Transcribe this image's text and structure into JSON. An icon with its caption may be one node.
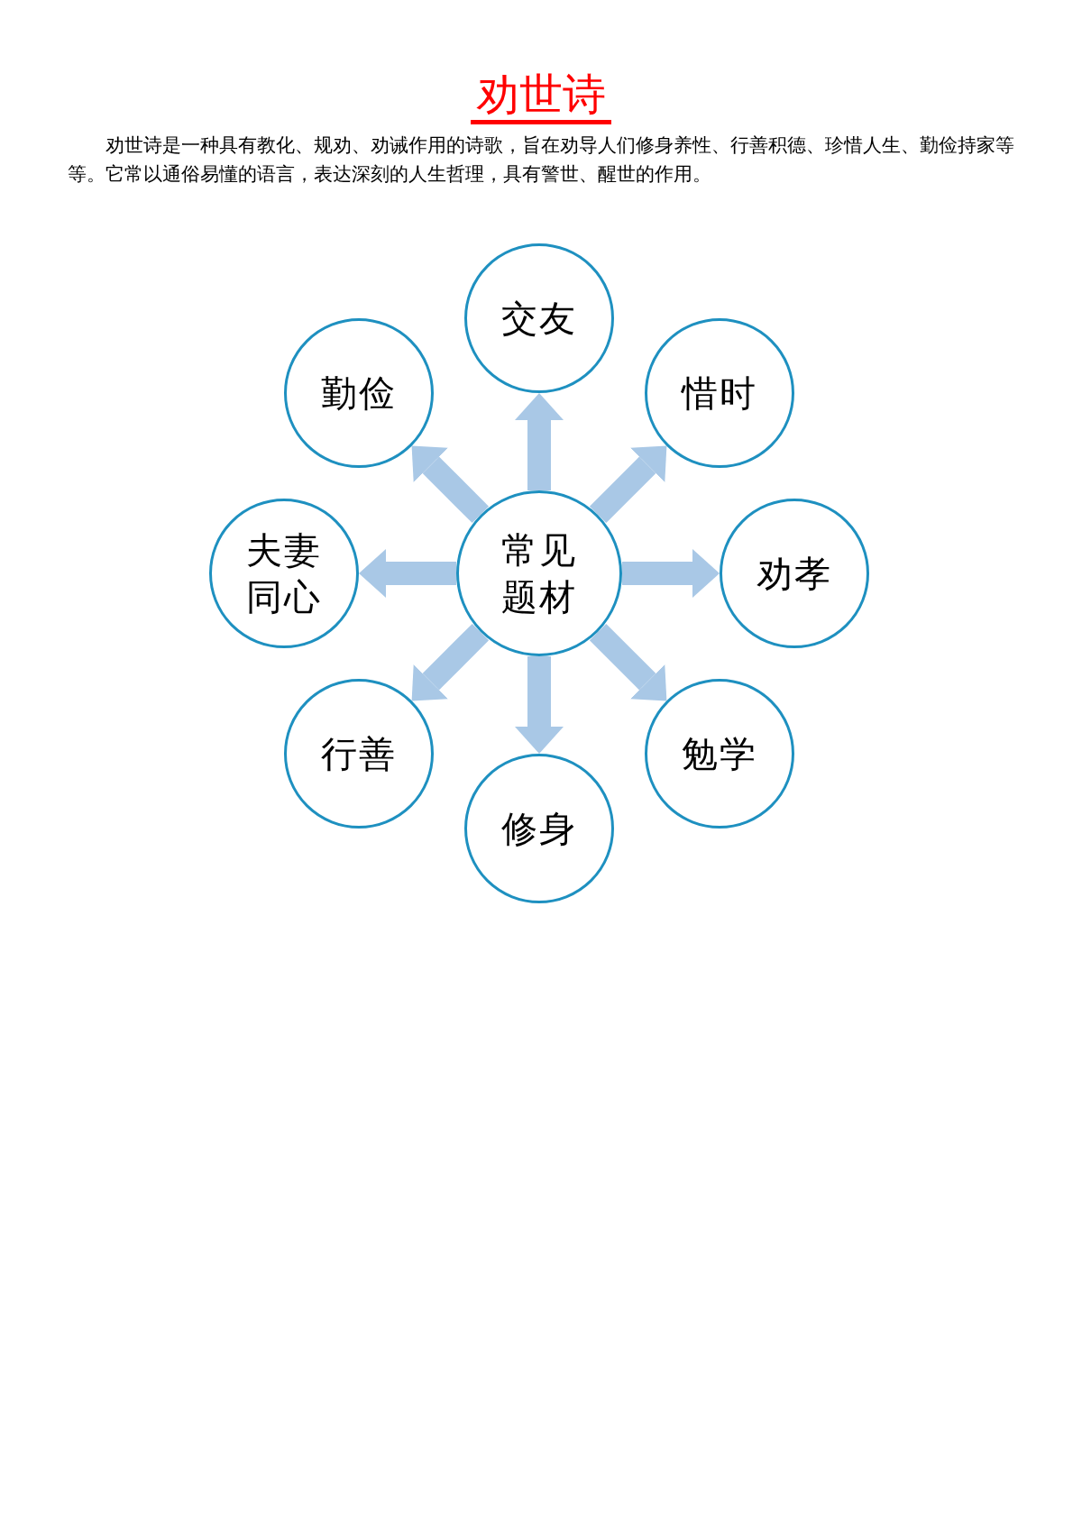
{
  "diagram": {
    "title": "劝世诗",
    "nodes": [
      {
        "text": [
          "常见题材"
        ]
      },
      {
        "text": [
          "交友"
        ]
      },
      {
        "text": [
          "惜时"
        ]
      },
      {
        "text": [
          "劝孝"
        ]
      },
      {
        "text": [
          "勉学"
        ]
      },
      {
        "text": [
          "修身"
        ]
      },
      {
        "text": [
          "行善"
        ]
      },
      {
        "text": [
          "夫妻同心"
        ]
      },
      {
        "text": [
          "勤俭"
        ]
      }
    ],
    "edges": [
      {
        "from": 0,
        "to": 1,
        "arrow": "to"
      },
      {
        "from": 0,
        "to": 2,
        "arrow": "to"
      },
      {
        "from": 0,
        "to": 3,
        "arrow": "to"
      },
      {
        "from": 0,
        "to": 4,
        "arrow": "to"
      },
      {
        "from": 0,
        "to": 5,
        "arrow": "to"
      },
      {
        "from": 0,
        "to": 6,
        "arrow": "to"
      },
      {
        "from": 0,
        "to": 7,
        "arrow": "to"
      },
      {
        "from": 0,
        "to": 8,
        "arrow": "to"
      }
    ],
    "labels": [
      "劝世诗是一种具有教化、规劝、劝诫作用的诗歌，旨在劝导人们修身养性、行善积德、珍惜人生、勤俭持家等等。它常以通俗易懂的语言，表达深刻的人生哲理，具有警世、醒世的作用。"
    ]
  }
}
